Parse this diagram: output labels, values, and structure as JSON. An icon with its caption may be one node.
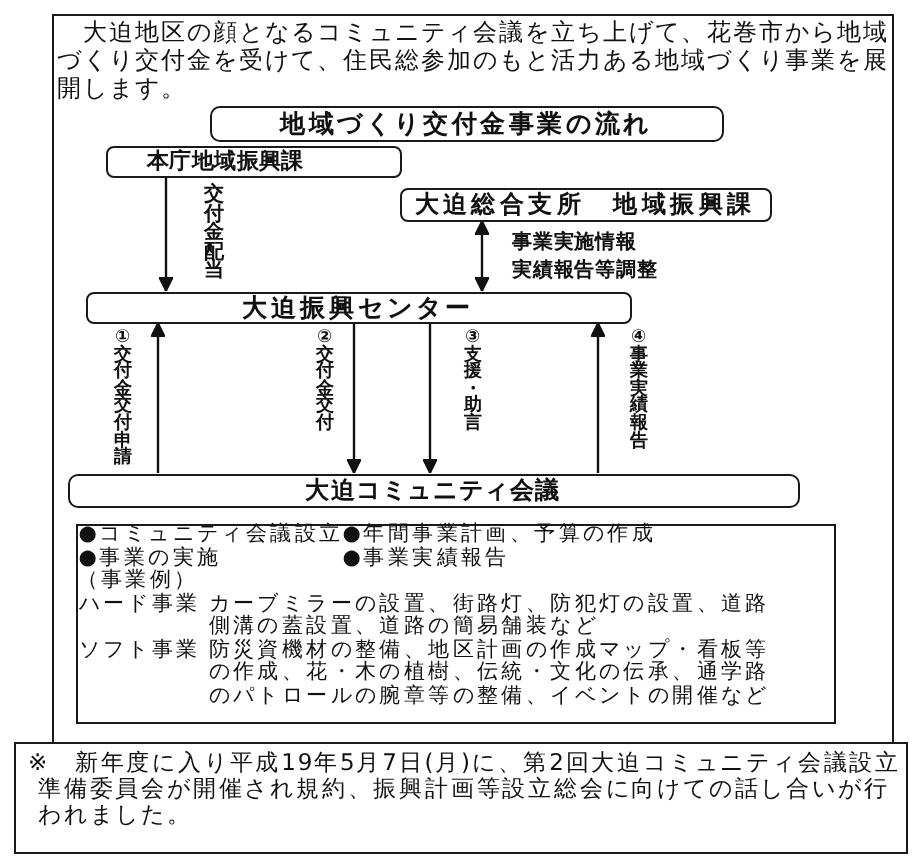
{
  "diagram": {
    "nodes": [
      {
        "text": [
          "大迫地区の顔となるコミュニティ会議を立ち上げて、花巻市から地域づくり交付金を受けて、住民総参加のもと活力ある地域づくり事業を展開します。"
        ]
      },
      {
        "text": [
          "地域づくり交付金事業の流れ"
        ],
        "in": 0
      },
      {
        "text": [
          "本庁地域振興課"
        ],
        "in": 0
      },
      {
        "text": [
          "大迫総合支所　地域振興課"
        ],
        "in": 0
      },
      {
        "text": [
          "大迫振興センター"
        ],
        "in": 0
      },
      {
        "text": [
          "大迫コミュニティ会議"
        ],
        "in": 0
      },
      {
        "text": [
          "●コミュニティ会議設立",
          "●年間事業計画、予算の作成",
          "●事業の実施",
          "●事業実績報告",
          "（事業例）",
          "ハード事業",
          "カーブミラーの設置、街路灯、防犯灯の設置、道路側溝の蓋設置、道路の簡易舗装など",
          "ソフト事業",
          "防災資機材の整備、地区計画の作成マップ・看板等の作成、花・木の植樹、伝統・文化の伝承、通学路のパトロールの腕章等の整備、イベントの開催など"
        ],
        "in": 0
      },
      {
        "text": [
          "※　新年度に入り平成19年5月7日(月)に、第2回大迫コミュニティ会議設立準備委員会が開催され規約、振興計画等設立総会に向けての話し合いが行われました。"
        ]
      }
    ],
    "edges": [
      {
        "from": 2,
        "to": 4,
        "arrow": "to",
        "label": "交付金配当"
      },
      {
        "from": 3,
        "to": 4,
        "arrow": "both",
        "label": "事業実施情報実績報告等調整"
      },
      {
        "from": 5,
        "to": 4,
        "arrow": "to",
        "label": "①交付金交付申請"
      },
      {
        "from": 4,
        "to": 5,
        "arrow": "to",
        "label": "②交付金交付"
      },
      {
        "from": 4,
        "to": 5,
        "arrow": "to",
        "label": "③支援・助言"
      },
      {
        "from": 5,
        "to": 4,
        "arrow": "to",
        "label": "④事業実績報告"
      }
    ]
  }
}
